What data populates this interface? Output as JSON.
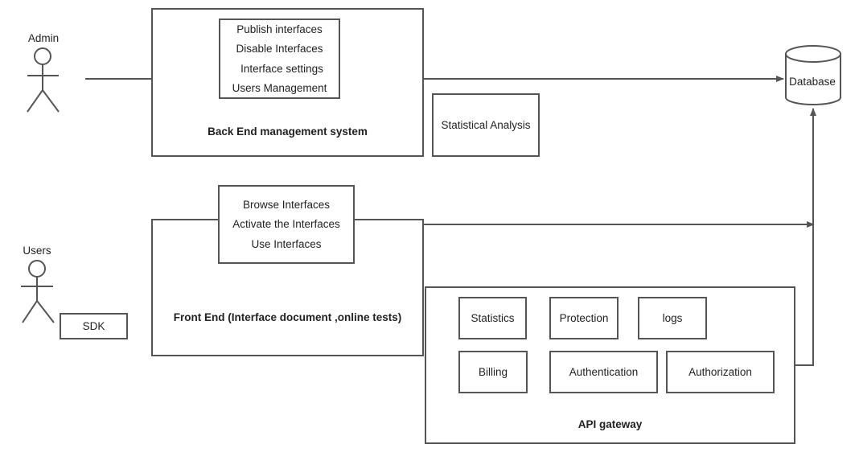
{
  "actors": {
    "admin": "Admin",
    "users": "Users"
  },
  "backend": {
    "title": "Back End management system",
    "items": [
      "Publish interfaces",
      "Disable Interfaces",
      "Interface settings",
      "Users Management"
    ]
  },
  "statistical_analysis": "Statistical Analysis",
  "database": "Database",
  "frontend": {
    "title": "Front End (Interface document ,online tests)",
    "items": [
      "Browse Interfaces",
      "Activate the Interfaces",
      "Use Interfaces"
    ]
  },
  "sdk": "SDK",
  "gateway": {
    "title": "API gateway",
    "modules": [
      "Statistics",
      "Protection",
      "logs",
      "Billing",
      "Authentication",
      "Authorization"
    ]
  },
  "colors": {
    "stroke": "#555555",
    "text": "#222222"
  }
}
